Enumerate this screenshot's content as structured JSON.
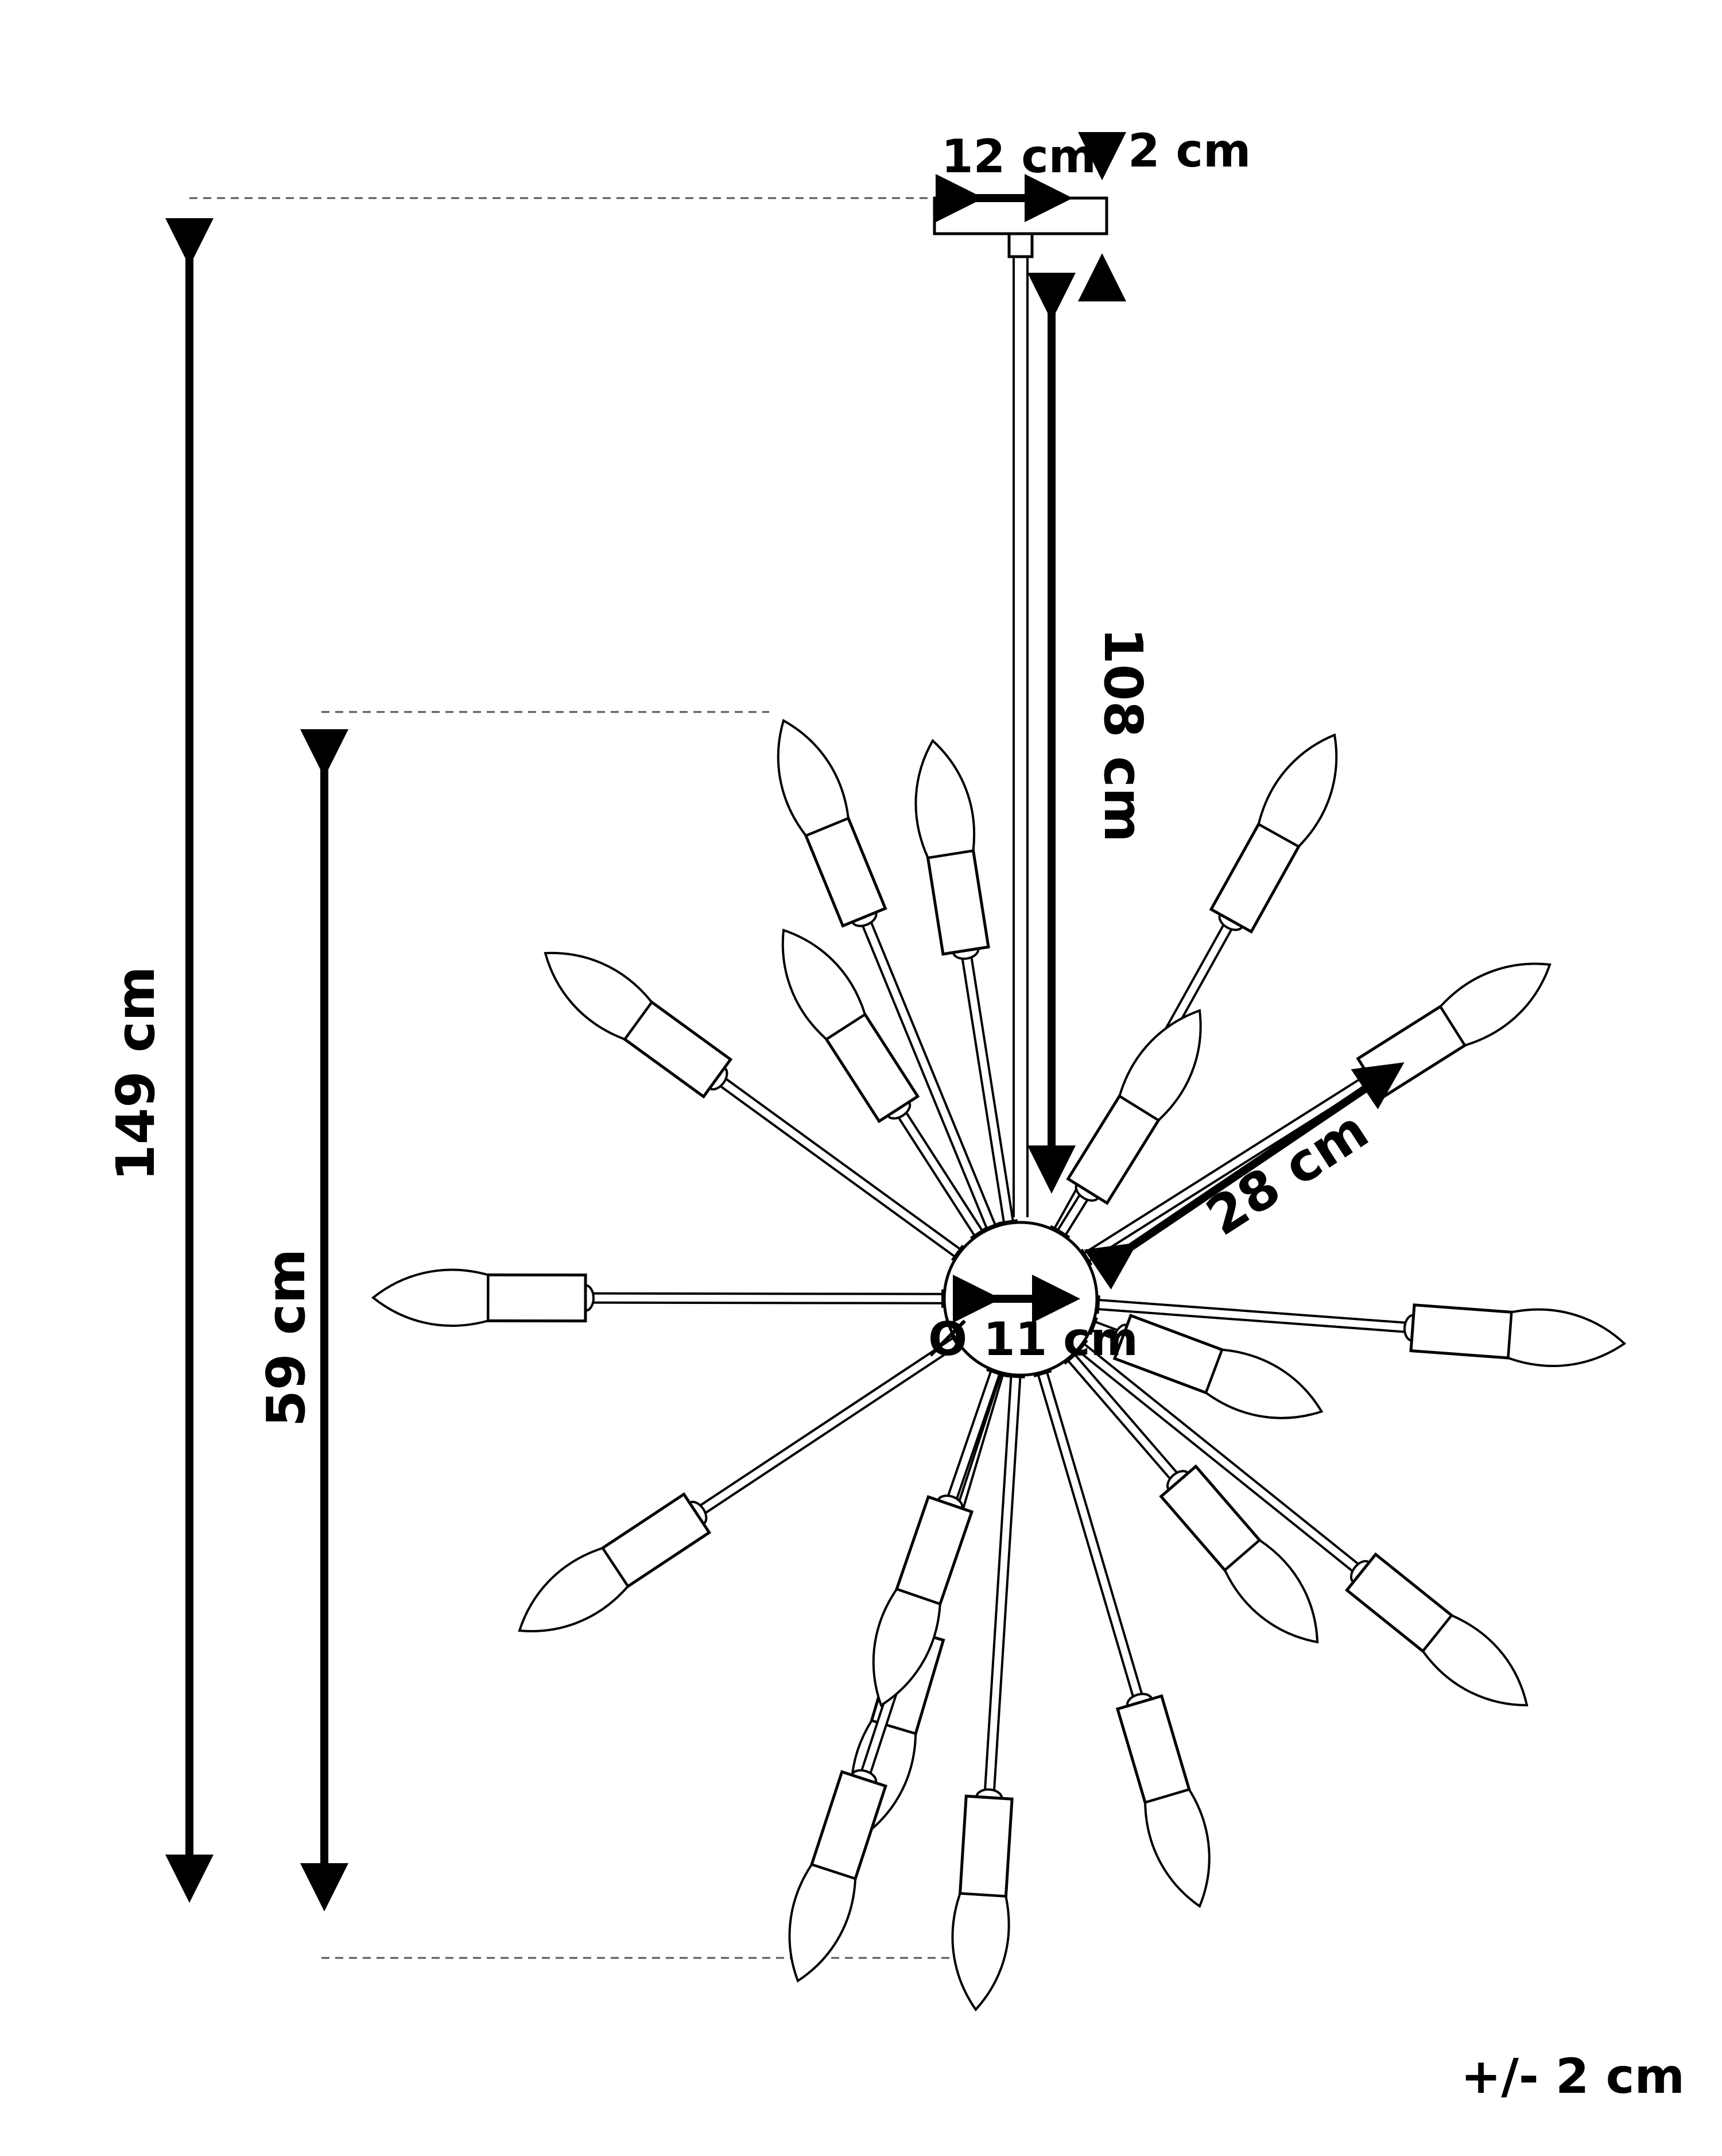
{
  "diagram": {
    "colors": {
      "line": "#000000",
      "background": "#ffffff",
      "dashed": "#555555"
    },
    "dimensions": {
      "total_height": "149 cm",
      "fixture_height": "59 cm",
      "rod_length": "108 cm",
      "canopy_width": "12 cm",
      "canopy_height": "2 cm",
      "arm_length": "28 cm",
      "hub_diameter": "Ø 11 cm"
    },
    "tolerance": "+/- 2 cm"
  }
}
